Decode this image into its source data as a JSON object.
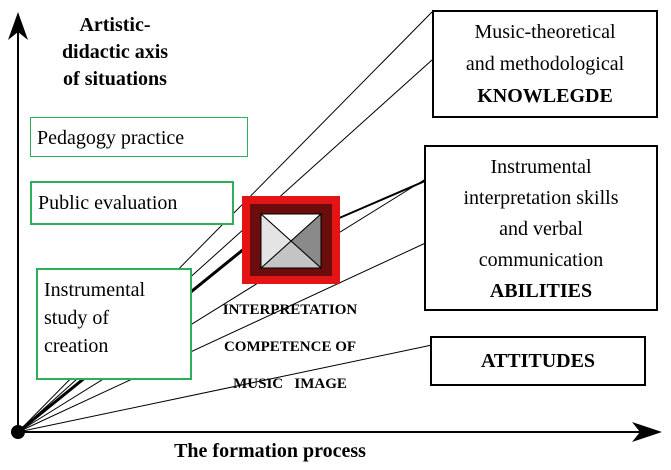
{
  "axes": {
    "y_label": [
      "Artistic-",
      "didactic axis",
      "of situations"
    ],
    "x_label": "The formation process"
  },
  "situations": {
    "pedagogy": "Pedagogy practice",
    "public": "Public evaluation",
    "instrumental": [
      "Instrumental",
      "study of",
      "creation"
    ]
  },
  "components": {
    "knowledge": [
      "Music-theoretical",
      "and methodological",
      "KNOWLEGDE"
    ],
    "abilities": [
      "Instrumental",
      "interpretation skills",
      "and verbal",
      "communication",
      "ABILITIES"
    ],
    "attitudes": "ATTITUDES"
  },
  "center_label": [
    "INTERPRETATION",
    "COMPETENCE OF",
    "MUSIC   IMAGE"
  ],
  "colors": {
    "situation_border": "#2fae5a",
    "square_outer": "#e31414",
    "square_inner": "#6b0d0d",
    "axis": "#000000"
  }
}
